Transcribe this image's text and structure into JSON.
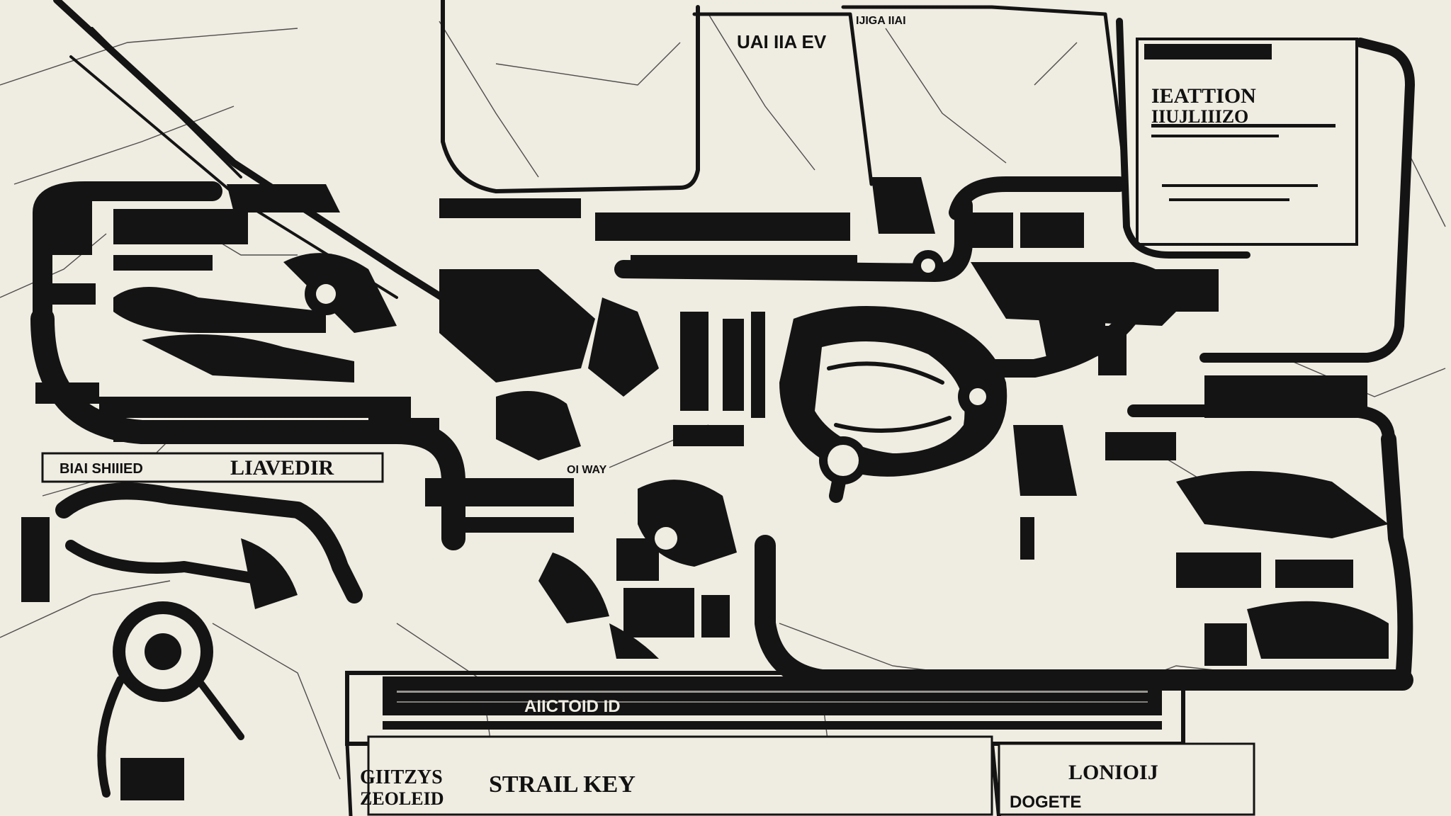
{
  "map": {
    "style": "monochrome ink schematic site map",
    "colors": {
      "paper": "#efece2",
      "ink": "#141414"
    },
    "labels": {
      "top_center": "UAI IIA EV",
      "top_right_small": "IJIGA IIAI",
      "legend_title_line1": "IEATTION",
      "legend_title_line2": "IIUJLIIIZO",
      "left_band_small": "BIAI SHIIIED",
      "left_band_large": "LIAVEDIR",
      "mid_small": "OI WAY",
      "bottom_band": "AIICTOID ID",
      "bottom_left_line1": "GIITZYS",
      "bottom_left_line2": "ZEOLEID",
      "bottom_center": "STRAIL KEY",
      "bottom_right_line1": "LONIOIJ",
      "bottom_right_line2": "DOGETE"
    }
  }
}
